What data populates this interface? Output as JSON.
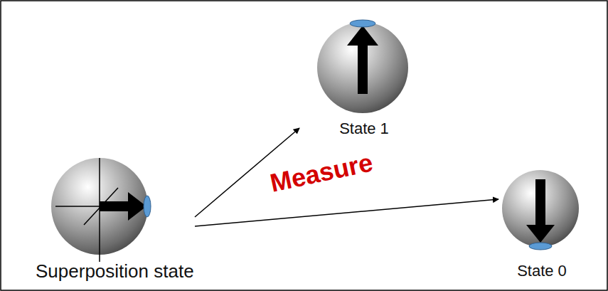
{
  "diagram": {
    "nodes": [
      {
        "text": [
          "Superposition state"
        ]
      },
      {
        "text": [
          "State 1"
        ]
      },
      {
        "text": [
          "State 0"
        ]
      }
    ],
    "edges": [
      {
        "from": 0,
        "to": 1,
        "arrow": "to"
      },
      {
        "from": 0,
        "to": 2,
        "arrow": "to"
      }
    ],
    "labels": [
      "Measure"
    ]
  }
}
